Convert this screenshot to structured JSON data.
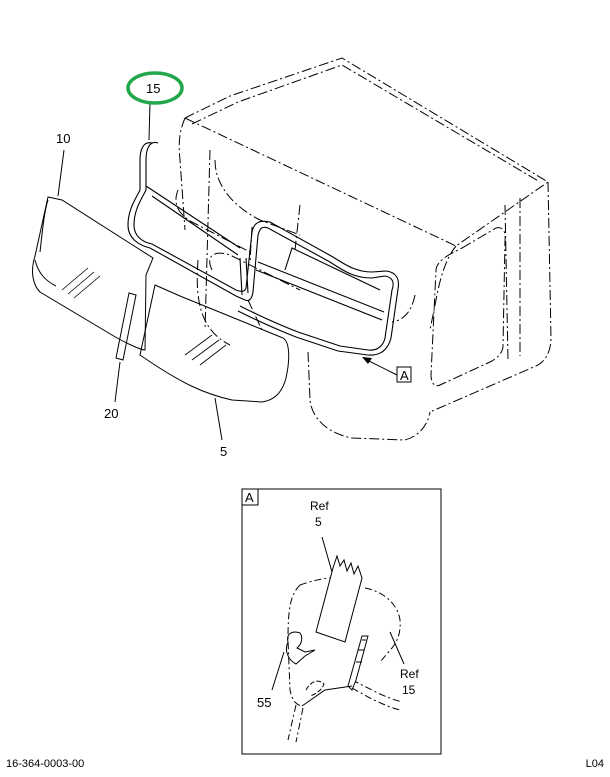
{
  "callouts": {
    "c15": "15",
    "c10": "10",
    "c20": "20",
    "c5": "5",
    "view_ref": "A"
  },
  "detail": {
    "tag": "A",
    "ref1_word": "Ref",
    "ref1_num": "5",
    "ref2_word": "Ref",
    "ref2_num": "15",
    "c55": "55"
  },
  "footer": {
    "part_number": "16-364-0003-00",
    "code": "L04"
  },
  "colors": {
    "highlight": "#22a84a",
    "line": "#000000"
  }
}
